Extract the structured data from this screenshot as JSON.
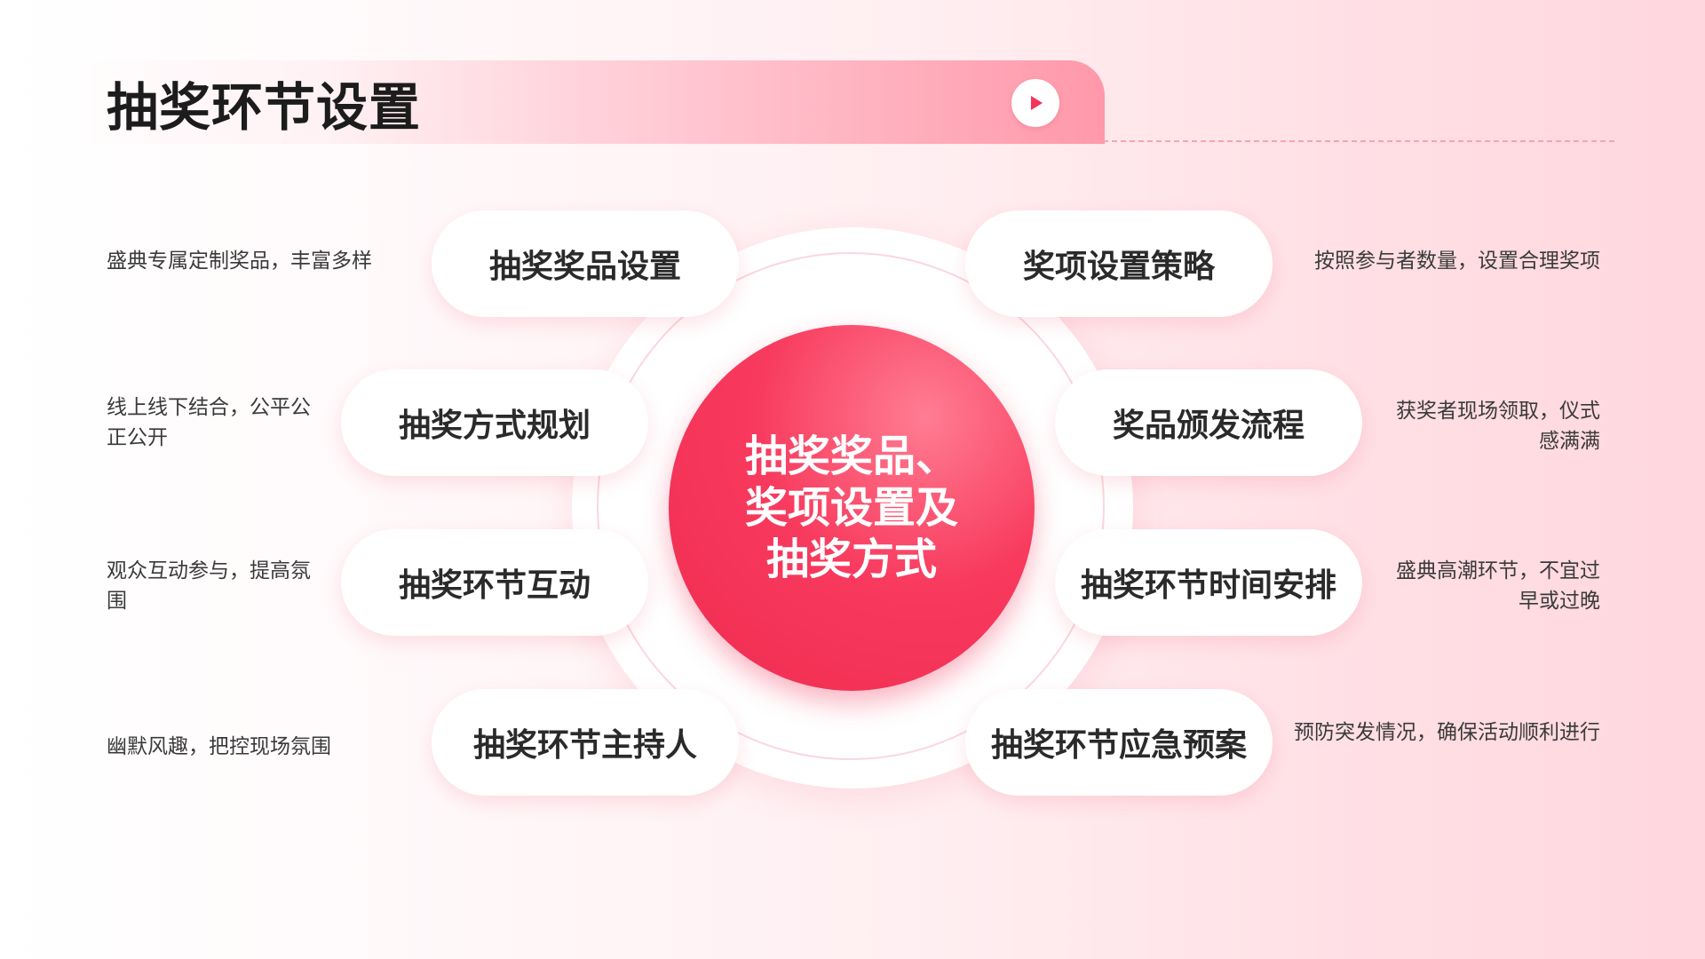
{
  "header": {
    "title": "抽奖环节设置"
  },
  "icons": {
    "play": "play-icon"
  },
  "colors": {
    "accent": "#f83a5e",
    "accent_dark": "#ef2b50",
    "banner_end": "#ff98aa",
    "text_dark": "#1c1c1c"
  },
  "center": {
    "text": "抽奖奖品、奖项设置及抽奖方式"
  },
  "left_items": [
    {
      "label": "抽奖奖品设置",
      "description": "盛典专属定制奖品，丰富多样"
    },
    {
      "label": "抽奖方式规划",
      "description": "线上线下结合，公平公正公开"
    },
    {
      "label": "抽奖环节互动",
      "description": "观众互动参与，提高氛围"
    },
    {
      "label": "抽奖环节主持人",
      "description": "幽默风趣，把控现场氛围"
    }
  ],
  "right_items": [
    {
      "label": "奖项设置策略",
      "description": "按照参与者数量，设置合理奖项"
    },
    {
      "label": "奖品颁发流程",
      "description": "获奖者现场领取，仪式感满满"
    },
    {
      "label": "抽奖环节时间安排",
      "description": "盛典高潮环节，不宜过早或过晚"
    },
    {
      "label": "抽奖环节应急预案",
      "description": "预防突发情况，确保活动顺利进行"
    }
  ]
}
